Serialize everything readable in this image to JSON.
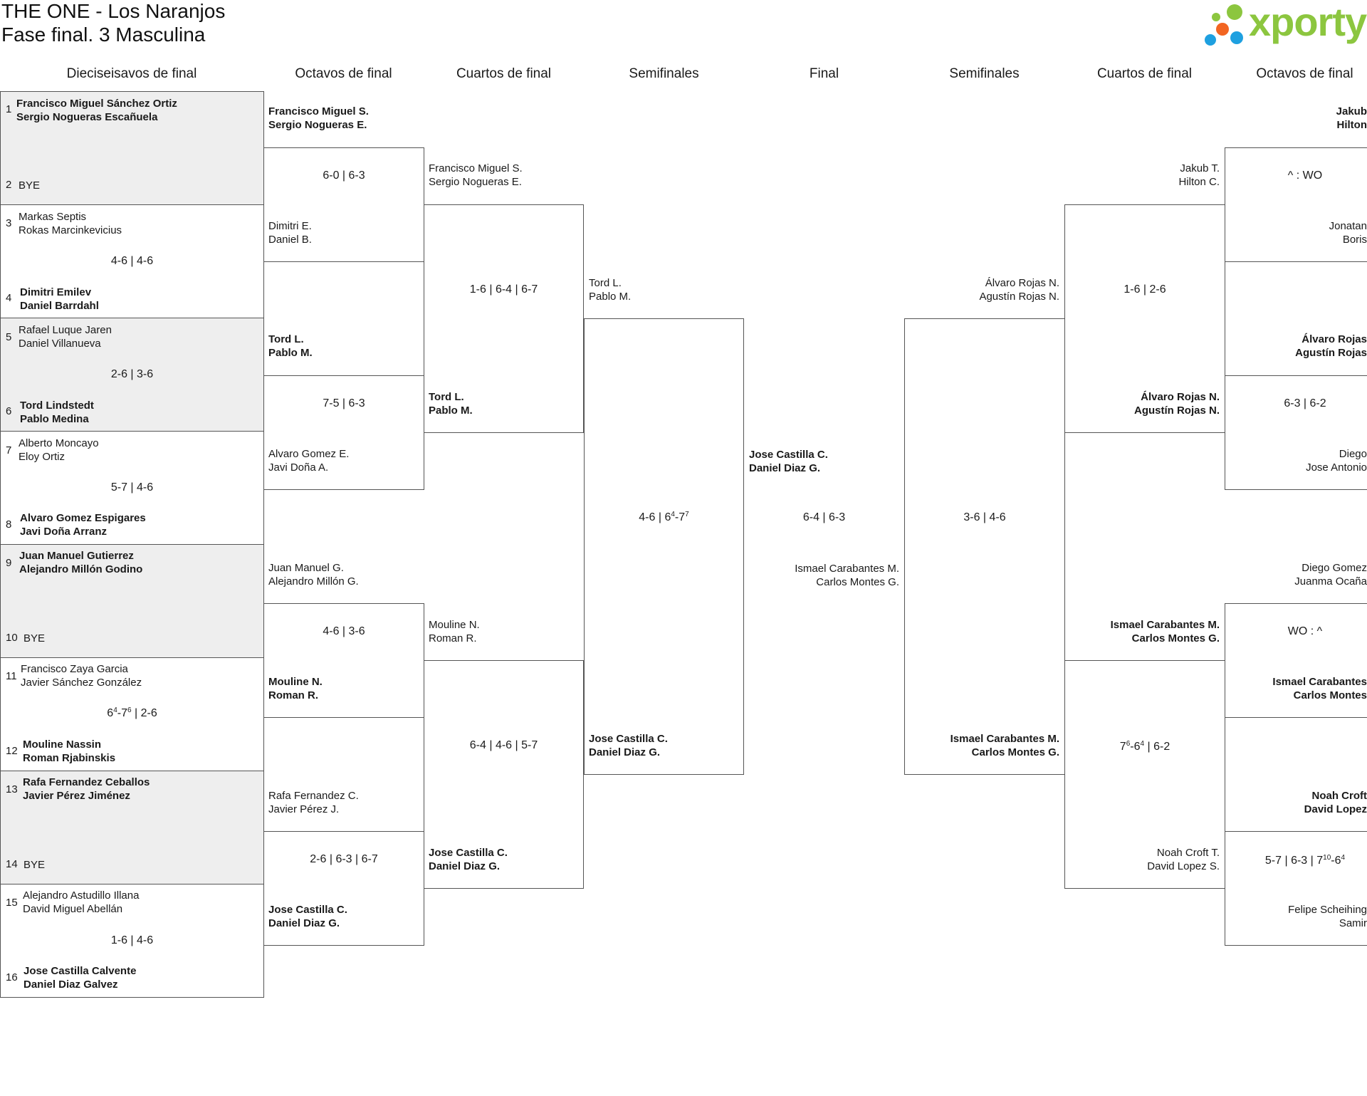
{
  "title": {
    "line1": "THE ONE - Los Naranjos",
    "line2": "Fase final. 3 Masculina"
  },
  "logo": {
    "text": "xporty",
    "colors": {
      "green": "#8cc63f",
      "orange": "#f26522",
      "blue": "#1ea0e0"
    }
  },
  "headers": [
    "Dieciseisavos de final",
    "Octavos de final",
    "Cuartos de final",
    "Semifinales",
    "Final",
    "Semifinales",
    "Cuartos de final",
    "Octavos de final"
  ],
  "r32": [
    {
      "top_num": "1",
      "top": [
        "Francisco Miguel Sánchez Ortiz",
        "Sergio Nogueras Escañuela"
      ],
      "bottom_num": "2",
      "bottom": [
        "BYE"
      ],
      "score": ""
    },
    {
      "top_num": "3",
      "top": [
        "Markas Septis",
        "Rokas Marcinkevicius"
      ],
      "bottom_num": "4",
      "bottom": [
        "Dimitri Emilev",
        "Daniel Barrdahl"
      ],
      "score": "4-6 | 4-6"
    },
    {
      "top_num": "5",
      "top": [
        "Rafael Luque Jaren",
        "Daniel Villanueva"
      ],
      "bottom_num": "6",
      "bottom": [
        "Tord Lindstedt",
        "Pablo Medina"
      ],
      "score": "2-6 | 3-6"
    },
    {
      "top_num": "7",
      "top": [
        "Alberto Moncayo",
        "Eloy Ortiz"
      ],
      "bottom_num": "8",
      "bottom": [
        "Alvaro Gomez Espigares",
        "Javi Doña Arranz"
      ],
      "score": "5-7 | 4-6"
    },
    {
      "top_num": "9",
      "top": [
        "Juan Manuel Gutierrez",
        "Alejandro Millón Godino"
      ],
      "bottom_num": "10",
      "bottom": [
        "BYE"
      ],
      "score": ""
    },
    {
      "top_num": "11",
      "top": [
        "Francisco Zaya Garcia",
        "Javier Sánchez González"
      ],
      "bottom_num": "12",
      "bottom": [
        "Mouline Nassin",
        "Roman Rjabinskis"
      ],
      "score_parts": [
        "6",
        "4",
        "-7",
        "6",
        " | 2-6"
      ]
    },
    {
      "top_num": "13",
      "top": [
        "Rafa Fernandez Ceballos",
        "Javier Pérez Jiménez"
      ],
      "bottom_num": "14",
      "bottom": [
        "BYE"
      ],
      "score": ""
    },
    {
      "top_num": "15",
      "top": [
        "Alejandro Astudillo Illana",
        "David Miguel Abellán"
      ],
      "bottom_num": "16",
      "bottom": [
        "Jose Castilla Calvente",
        "Daniel Diaz Galvez"
      ],
      "score": "1-6 | 4-6"
    }
  ],
  "left_r16": [
    {
      "top": [
        "Francisco Miguel S.",
        "Sergio Nogueras E."
      ],
      "bottom": [
        "Dimitri E.",
        "Daniel B."
      ],
      "score": "6-0 | 6-3"
    },
    {
      "top": [
        "Tord L.",
        "Pablo M."
      ],
      "bottom": [
        "Alvaro Gomez E.",
        "Javi Doña A."
      ],
      "score": "7-5 | 6-3"
    },
    {
      "top": [
        "Juan Manuel G.",
        "Alejandro Millón G."
      ],
      "bottom": [
        "Mouline N.",
        "Roman R."
      ],
      "score": "4-6 | 3-6"
    },
    {
      "top": [
        "Rafa Fernandez C.",
        "Javier Pérez J."
      ],
      "bottom": [
        "Jose Castilla C.",
        "Daniel Diaz G."
      ],
      "score": "2-6 | 6-3 | 6-7"
    }
  ],
  "left_qf": [
    {
      "top": [
        "Francisco Miguel S.",
        "Sergio Nogueras E."
      ],
      "bottom": [
        "Tord L.",
        "Pablo M."
      ],
      "score": "1-6 | 6-4 | 6-7"
    },
    {
      "top": [
        "Mouline N.",
        "Roman R."
      ],
      "bottom": [
        "Jose Castilla C.",
        "Daniel Diaz G."
      ],
      "score": "6-4 | 4-6 | 5-7"
    }
  ],
  "left_sf": {
    "top": [
      "Tord L.",
      "Pablo M."
    ],
    "bottom": [
      "Jose Castilla C.",
      "Daniel Diaz G."
    ],
    "score_parts": [
      "4-6 | 6",
      "4",
      "-7",
      "7"
    ]
  },
  "final": {
    "top": [
      "Jose Castilla C.",
      "Daniel Diaz G."
    ],
    "bottom": [
      "Ismael Carabantes M.",
      "Carlos Montes G."
    ],
    "score": "6-4 | 6-3"
  },
  "right_sf": {
    "top": [
      "Álvaro Rojas N.",
      "Agustín Rojas N."
    ],
    "bottom": [
      "Ismael Carabantes M.",
      "Carlos Montes G."
    ],
    "score": "3-6 | 4-6"
  },
  "right_qf": [
    {
      "top": [
        "Jakub T.",
        "Hilton C."
      ],
      "bottom": [
        "Álvaro Rojas N.",
        "Agustín Rojas N."
      ],
      "score": "1-6 | 2-6"
    },
    {
      "top": [
        "Ismael Carabantes M.",
        "Carlos Montes G."
      ],
      "bottom": [
        "Noah Croft T.",
        "David Lopez S."
      ],
      "score_parts": [
        "7",
        "6",
        "-6",
        "4",
        " | 6-2"
      ]
    }
  ],
  "right_r16": [
    {
      "top": [
        "Jakub",
        "Hilton"
      ],
      "bottom": [
        "Jonatan",
        "Boris"
      ],
      "score": "^ : WO"
    },
    {
      "top": [
        "Álvaro Rojas",
        "Agustín Rojas"
      ],
      "bottom": [
        "Diego",
        "Jose Antonio"
      ],
      "score": "6-3 | 6-2"
    },
    {
      "top": [
        "Diego Gomez",
        "Juanma Ocaña"
      ],
      "bottom": [
        "Ismael Carabantes",
        "Carlos Montes"
      ],
      "score": "WO : ^"
    },
    {
      "top": [
        "Noah Croft",
        "David Lopez"
      ],
      "bottom": [
        "Felipe Scheihing",
        "Samir"
      ],
      "score_parts": [
        "5-7 | 6-3 | 7",
        "10",
        "-6",
        "4"
      ]
    }
  ]
}
